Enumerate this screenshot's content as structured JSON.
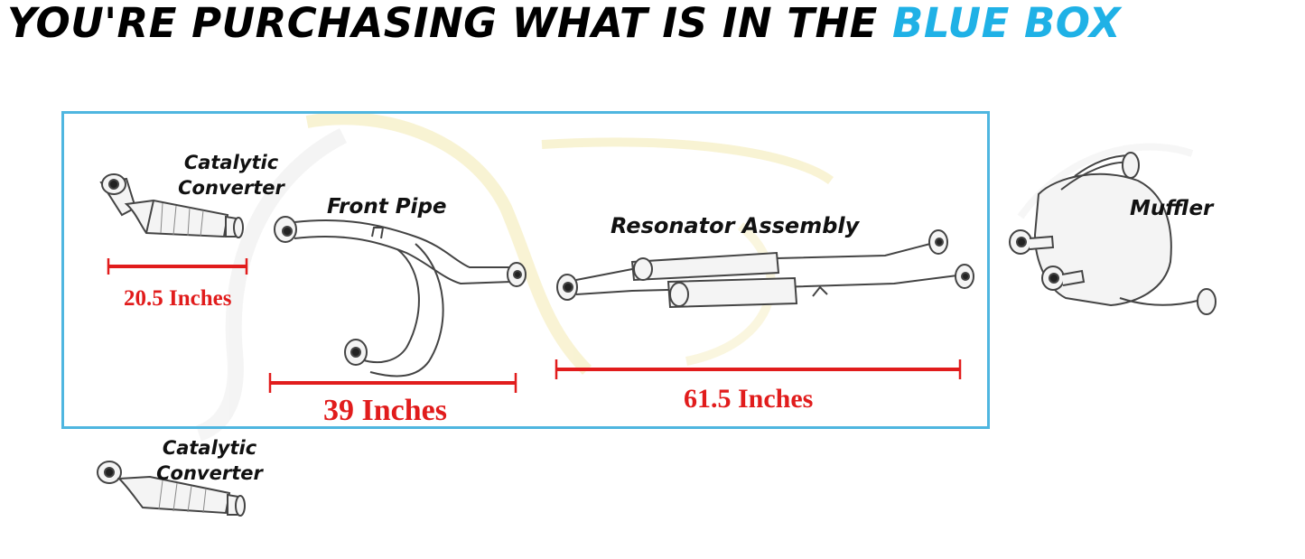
{
  "headline": {
    "prefix": "YOU'RE PURCHASING WHAT IS IN THE ",
    "highlight": "BLUE BOX"
  },
  "parts": {
    "cat_converter_1": {
      "line1": "Catalytic",
      "line2": "Converter"
    },
    "front_pipe": "Front Pipe",
    "resonator": "Resonator Assembly",
    "muffler": "Muffler",
    "cat_converter_2": {
      "line1": "Catalytic",
      "line2": "Converter"
    }
  },
  "dimensions": {
    "cat_converter": "20.5 Inches",
    "front_pipe": "39 Inches",
    "resonator": "61.5 Inches"
  },
  "colors": {
    "highlight_blue": "#1fb1e6",
    "box_border": "#4fb6e0",
    "dimension_red": "#e11c1c",
    "watermark_gold": "#f2e7a0"
  }
}
